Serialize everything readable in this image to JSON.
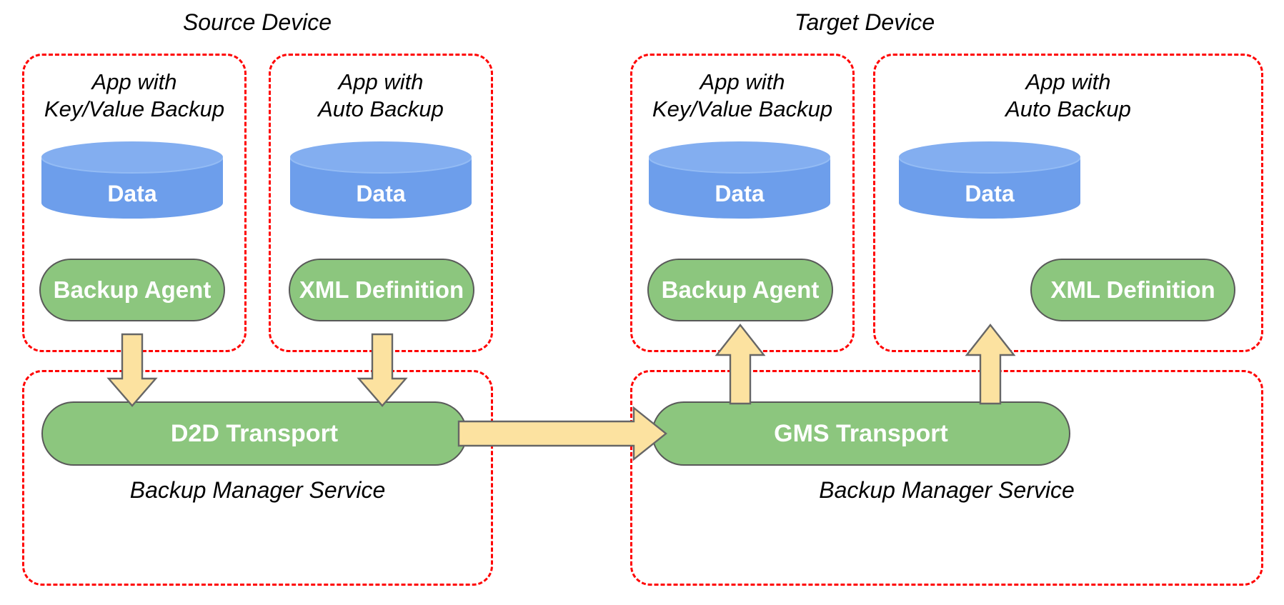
{
  "diagram": {
    "title_source": "Source Device",
    "title_target": "Target Device",
    "service_label_left": "Backup Manager Service",
    "service_label_right": "Backup Manager Service",
    "transport_left": "D2D Transport",
    "transport_right": "GMS Transport",
    "apps": [
      {
        "id": "source-kv",
        "line1": "App with",
        "line2": "Key/Value Backup",
        "data_label": "Data",
        "component_label": "Backup Agent"
      },
      {
        "id": "source-auto",
        "line1": "App with",
        "line2": "Auto Backup",
        "data_label": "Data",
        "component_label": "XML Definition"
      },
      {
        "id": "target-kv",
        "line1": "App with",
        "line2": "Key/Value Backup",
        "data_label": "Data",
        "component_label": "Backup Agent"
      },
      {
        "id": "target-auto",
        "line1": "App with",
        "line2": "Auto Backup",
        "data_label": "Data",
        "component_label": "XML Definition"
      }
    ],
    "colors": {
      "dashed_border": "#ff0000",
      "cylinder_fill": "#6D9EEB",
      "cylinder_top": "#83AEF0",
      "pill_fill": "#8CC67E",
      "pill_border": "#595959",
      "arrow_fill": "#FCE2A0",
      "arrow_border": "#666666",
      "text_on_shape": "#ffffff",
      "text_plain": "#000000",
      "background": "#ffffff"
    }
  }
}
